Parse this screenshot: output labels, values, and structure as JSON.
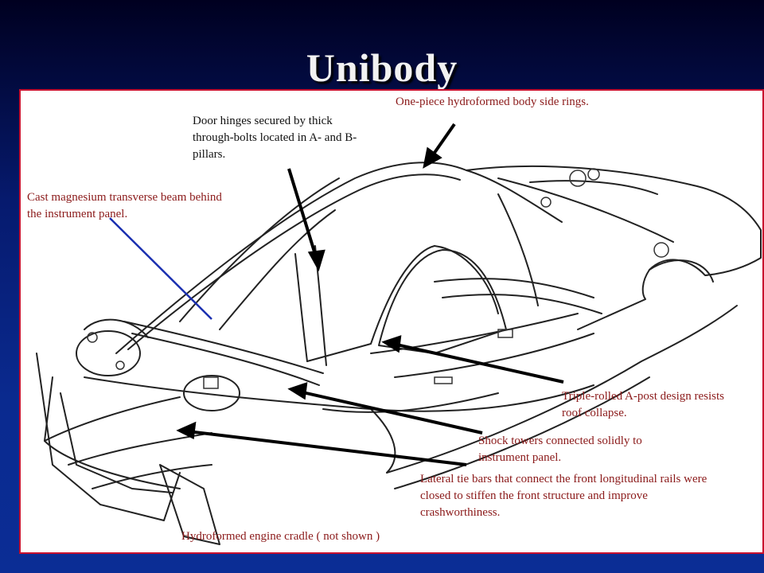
{
  "slide": {
    "title": "Unibody"
  },
  "captions": {
    "body_side_rings": "One-piece hydroformed body side rings.",
    "door_hinges": "Door hinges secured by thick through-bolts located in A- and B-pillars.",
    "magnesium_beam": "Cast magnesium transverse beam behind the instrument panel.",
    "a_post": "Triple-rolled A-post design resists roof collapse.",
    "shock_towers": "Shock towers connected solidly to instrument panel.",
    "tie_bars": "Lateral tie bars that connect the front longitudinal rails were closed to stiffen the front structure and improve crashworthiness.",
    "engine_cradle": "Hydroformed engine cradle ( not shown )"
  },
  "colors": {
    "caption_text": "#8b1a1a",
    "pointer_blue": "#1a2fb0",
    "pointer_black": "#000000",
    "panel_border": "#c8102e"
  }
}
